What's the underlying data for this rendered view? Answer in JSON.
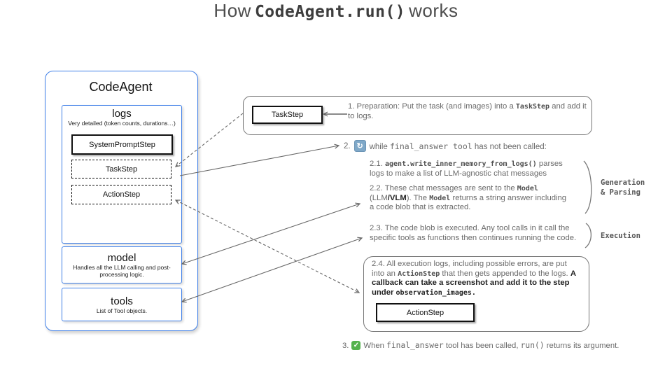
{
  "title": {
    "pre": "How",
    "code": "CodeAgent.run()",
    "post": "works"
  },
  "agent_box": {
    "title": "CodeAgent",
    "logs": {
      "title": "logs",
      "subtitle": "Very detailed (token counts, durations…)",
      "steps": [
        {
          "label": "SystemPromptStep",
          "border": "solid"
        },
        {
          "label": "TaskStep",
          "border": "dashed"
        },
        {
          "label": "ActionStep",
          "border": "dashed"
        }
      ]
    },
    "model": {
      "title": "model",
      "subtitle": "Handles all the LLM calling and post-processing logic."
    },
    "tools": {
      "title": "tools",
      "subtitle": "List of Tool objects."
    }
  },
  "step1": {
    "box_label": "TaskStep",
    "t1": "1.  Preparation: Put the task (and images) into a ",
    "code1": "TaskStep",
    "t2": " and add it to logs."
  },
  "step2": {
    "num": "2.",
    "loop_icon_glyph": "↻",
    "t1": "while ",
    "code1": "final_answer tool",
    "t2": " has not been called:"
  },
  "step21": {
    "t1": "2.1. ",
    "code1": "agent.write_inner_memory_from_logs()",
    "t2": " parses logs to make a list of LLM-agnostic chat messages"
  },
  "step22": {
    "t1": "2.2. These chat messages are sent to the ",
    "code1": "Model",
    "t2": " (LLM",
    "bold1": "/VLM",
    "t3": "). The ",
    "code2": "Model",
    "t4": " returns a string answer including a code blob that is extracted."
  },
  "step23": {
    "t1": "2.3. The code blob is executed. Any tool calls in it call the specific tools as functions then continues running the code."
  },
  "step24": {
    "t1": "2.4. All execution logs, including possible errors, are put into an ",
    "code1": "ActionStep",
    "t2": " that then gets appended to the logs. ",
    "bold1": "A callback can take a screenshot and add it to the step under ",
    "code2": "observation_images.",
    "box_label": "ActionStep"
  },
  "step3": {
    "num": "3.",
    "check_icon_glyph": "✓",
    "t1": "When ",
    "code1": "final_answer",
    "t2": " tool has been called, ",
    "code2": "run()",
    "t3": " returns its argument."
  },
  "side_labels": {
    "generation": "Generation\n& Parsing",
    "execution": "Execution"
  },
  "colors": {
    "agent_border_blue": "#4080e8",
    "annotation_gray": "#6a6a6a",
    "annotation_box_border": "#747474",
    "arrow_gray": "#666666",
    "loop_icon_bg": "#7fa8c8",
    "check_icon_bg": "#55b24e"
  }
}
